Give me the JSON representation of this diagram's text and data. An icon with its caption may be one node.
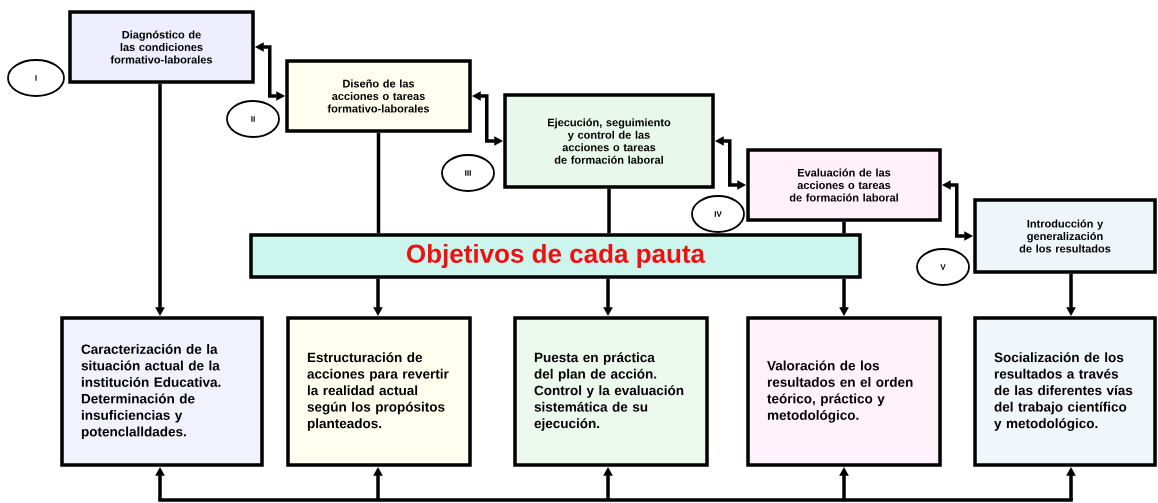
{
  "diagram": {
    "nodes": [
      {
        "text": [
          "Diagnóstico de las condiciones formativo-laborales"
        ]
      },
      {
        "text": [
          "I"
        ]
      },
      {
        "text": [
          "Diseño de las acciones o tareas formativo-laborales"
        ]
      },
      {
        "text": [
          "II"
        ]
      },
      {
        "text": [
          "Ejecución, seguimiento y control de las acciones o tareas de formación laboral"
        ]
      },
      {
        "text": [
          "III"
        ]
      },
      {
        "text": [
          "Evaluación de las acciones o tareas de formación laboral"
        ]
      },
      {
        "text": [
          "IV"
        ]
      },
      {
        "text": [
          "Introducción y generalización de los resultados"
        ]
      },
      {
        "text": [
          "V"
        ]
      },
      {
        "text": [
          "Objetivos de cada pauta"
        ]
      },
      {
        "text": [
          "Caracterización de la situación actual de la institución Educativa. Determinación de insuficiencias y potenclalldades."
        ]
      },
      {
        "text": [
          "Estructuración de acciones para revertir la realidad actual según los propósitos planteados."
        ]
      },
      {
        "text": [
          "Puesta en práctica del plan de acción. Control y la evaluación sistemática de su ejecución."
        ]
      },
      {
        "text": [
          "Valoración de los resultados en el orden teórico, práctico y metodológico."
        ]
      },
      {
        "text": [
          "Socialización de los resultados a través de las diferentes vías del trabajo científico y metodológico."
        ]
      }
    ],
    "edges": [
      {
        "from": 0,
        "to": 2,
        "arrow": "both"
      },
      {
        "from": 2,
        "to": 4,
        "arrow": "both"
      },
      {
        "from": 4,
        "to": 6,
        "arrow": "both"
      },
      {
        "from": 6,
        "to": 8,
        "arrow": "both"
      },
      {
        "from": 0,
        "to": 11,
        "arrow": "to"
      },
      {
        "from": 2,
        "to": 10,
        "arrow": "none"
      },
      {
        "from": 10,
        "to": 12,
        "arrow": "to"
      },
      {
        "from": 4,
        "to": 10,
        "arrow": "none"
      },
      {
        "from": 10,
        "to": 13,
        "arrow": "to"
      },
      {
        "from": 6,
        "to": 10,
        "arrow": "none"
      },
      {
        "from": 10,
        "to": 14,
        "arrow": "to"
      },
      {
        "from": 8,
        "to": 15,
        "arrow": "to"
      },
      {
        "from": null,
        "to": 11,
        "arrow": "to"
      },
      {
        "from": null,
        "to": 12,
        "arrow": "to"
      },
      {
        "from": null,
        "to": 13,
        "arrow": "to"
      },
      {
        "from": null,
        "to": 14,
        "arrow": "to"
      },
      {
        "from": null,
        "to": 15,
        "arrow": "to"
      }
    ]
  }
}
